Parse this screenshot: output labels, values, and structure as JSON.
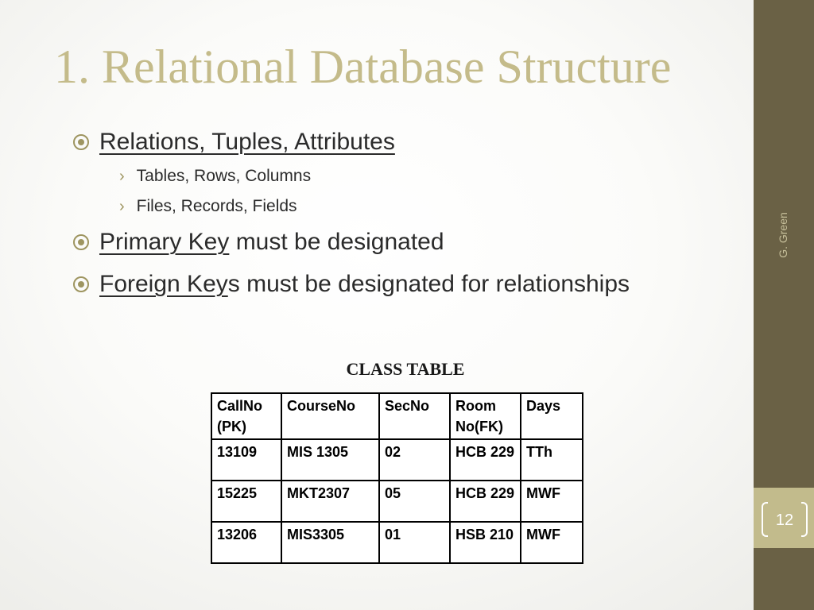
{
  "title": "1. Relational Database Structure",
  "bullets": [
    {
      "underlined": "Relations, Tuples, Attributes",
      "rest": "",
      "sub_items": [
        "Tables, Rows, Columns",
        "Files, Records, Fields"
      ]
    },
    {
      "underlined": "Primary Key",
      "rest": " must be designated",
      "sub_items": []
    },
    {
      "underlined": "Foreign Key",
      "rest": "s must be designated for relationships",
      "sub_items": []
    }
  ],
  "sub_bullet_glyph": "›",
  "table": {
    "caption": "CLASS TABLE",
    "headers": [
      "CallNo (PK)",
      "CourseNo",
      "SecNo",
      "Room No(FK)",
      "Days"
    ],
    "rows": [
      [
        "13109",
        "MIS 1305",
        "02",
        "HCB 229",
        "TTh"
      ],
      [
        "15225",
        "MKT2307",
        "05",
        "HCB 229",
        "MWF"
      ],
      [
        "13206",
        "MIS3305",
        "01",
        "HSB 210",
        "MWF"
      ]
    ]
  },
  "author": "G. Green",
  "page_number": "12",
  "colors": {
    "title": "#c4bb8a",
    "accent": "#9e9560",
    "sidebar": "#6a6145",
    "page_box": "#c2bb8c"
  },
  "icons": {
    "bullet": "circle-target-icon",
    "sub_bullet": "chevron-right-icon"
  }
}
